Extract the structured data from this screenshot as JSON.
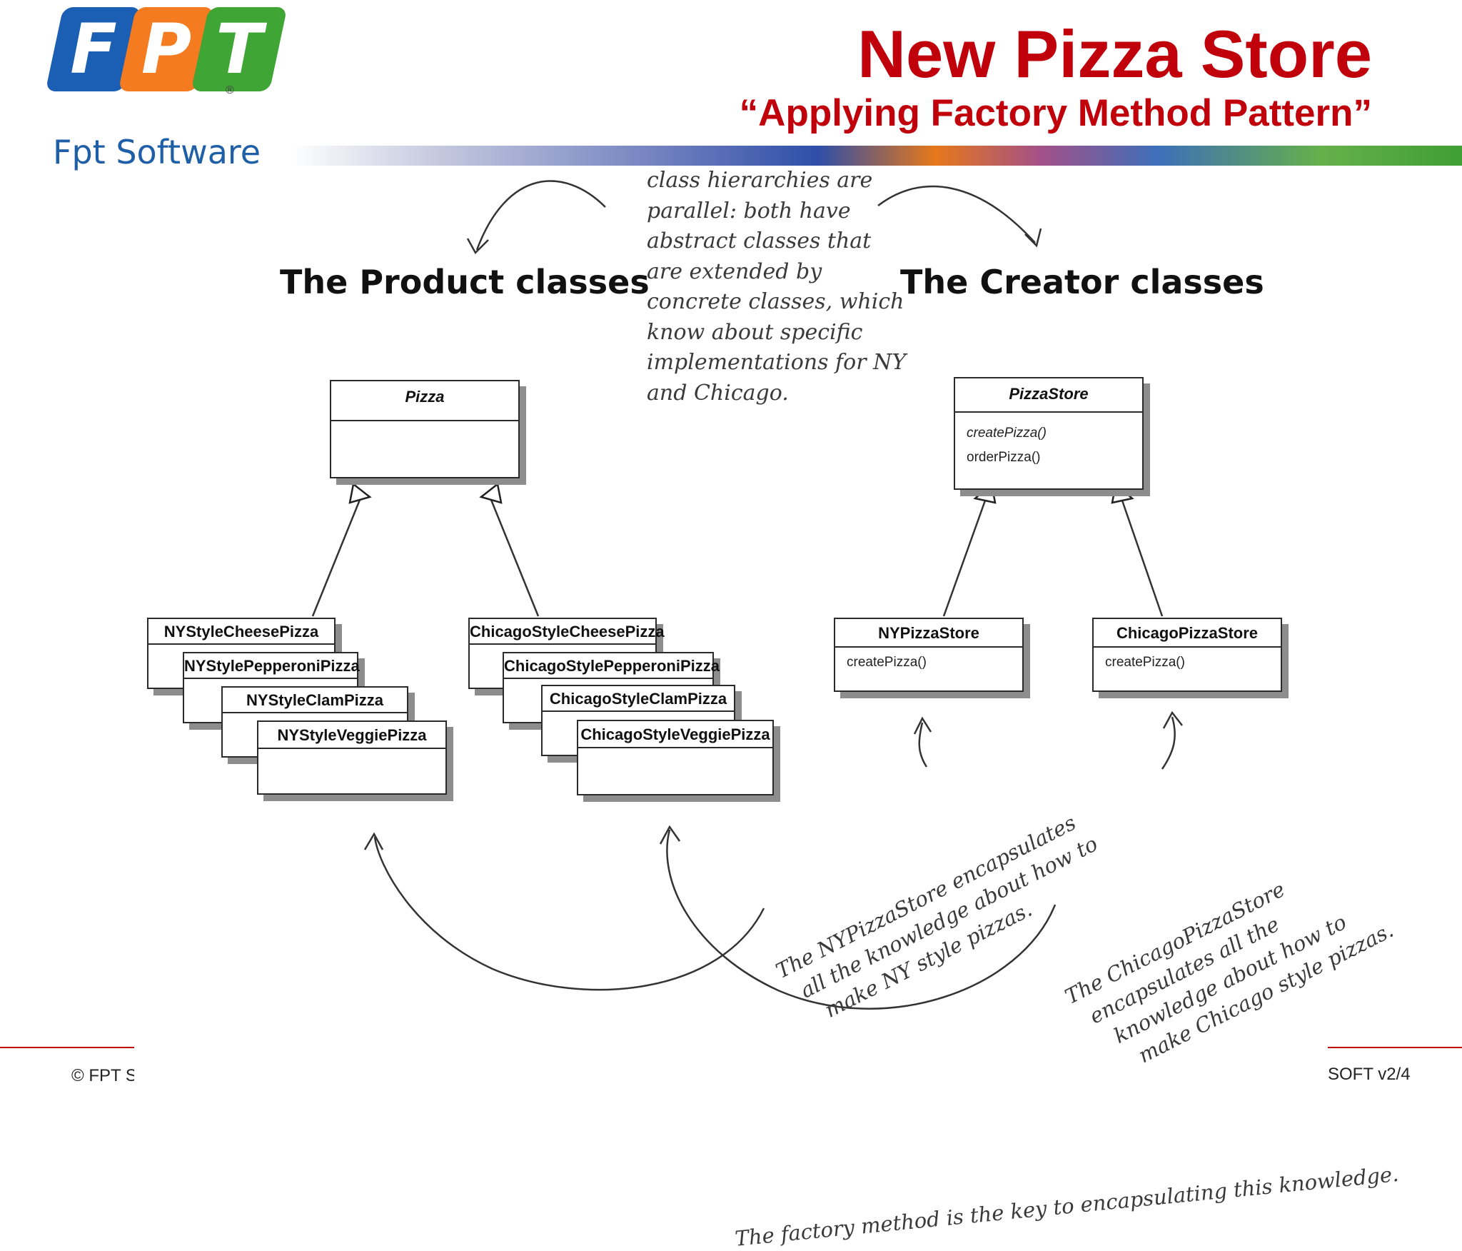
{
  "header": {
    "logo": {
      "letters": [
        "F",
        "P",
        "T"
      ],
      "colors": [
        "#1a5fb4",
        "#f47b20",
        "#3fa535"
      ],
      "registered_mark": "®",
      "subtitle": "Fpt Software"
    },
    "title": "New Pizza Store",
    "subtitle": "“Applying Factory Method Pattern”",
    "accent_color": "#c0000b"
  },
  "diagram": {
    "product_heading": "The Product classes",
    "creator_heading": "The Creator classes",
    "top_note": [
      "class hierarchies are",
      "parallel: both have",
      "abstract classes that",
      "are extended by",
      "concrete classes, which",
      "know about  specific",
      "implementations for NY",
      "and Chicago."
    ],
    "product_abstract": {
      "name": "Pizza"
    },
    "ny_pizzas": [
      "NYStyleCheesePizza",
      "NYStylePepperoniPizza",
      "NYStyleClamPizza",
      "NYStyleVeggiePizza"
    ],
    "chicago_pizzas": [
      "ChicagoStyleCheesePizza",
      "ChicagoStylePepperoniPizza",
      "ChicagoStyleClamPizza",
      "ChicagoStyleVeggiePizza"
    ],
    "creator_abstract": {
      "name": "PizzaStore",
      "methods": [
        "createPizza()",
        "orderPizza()"
      ]
    },
    "ny_store": {
      "name": "NYPizzaStore",
      "methods": [
        "createPizza()"
      ]
    },
    "chicago_store": {
      "name": "ChicagoPizzaStore",
      "methods": [
        "createPizza()"
      ]
    },
    "ny_note": [
      "The NYPizzaStore encapsulates",
      "all the knowledge about how to",
      "make NY style pizzas."
    ],
    "chicago_note": [
      "The ChicagoPizzaStore",
      "encapsulates all the",
      "knowledge about how to",
      "make Chicago style pizzas."
    ],
    "factory_note": "The factory method is the key to encapsulating this knowledge."
  },
  "footer": {
    "left": "© FPT S",
    "right": "SOFT v2/4"
  }
}
